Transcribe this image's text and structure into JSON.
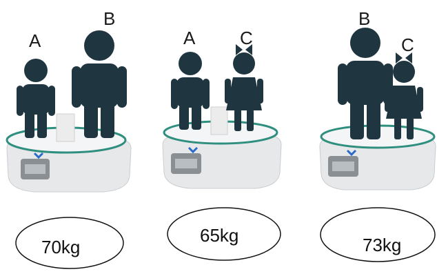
{
  "colors": {
    "figure": "#1f3640",
    "scale_rim": "#2f8f7f",
    "scale_body": "#e6e8ea",
    "display": "#8a8f94"
  },
  "panels": [
    {
      "labels": [
        "A",
        "B"
      ],
      "weight": "70kg"
    },
    {
      "labels": [
        "A",
        "C"
      ],
      "weight": "65kg"
    },
    {
      "labels": [
        "B",
        "C"
      ],
      "weight": "73kg"
    }
  ]
}
